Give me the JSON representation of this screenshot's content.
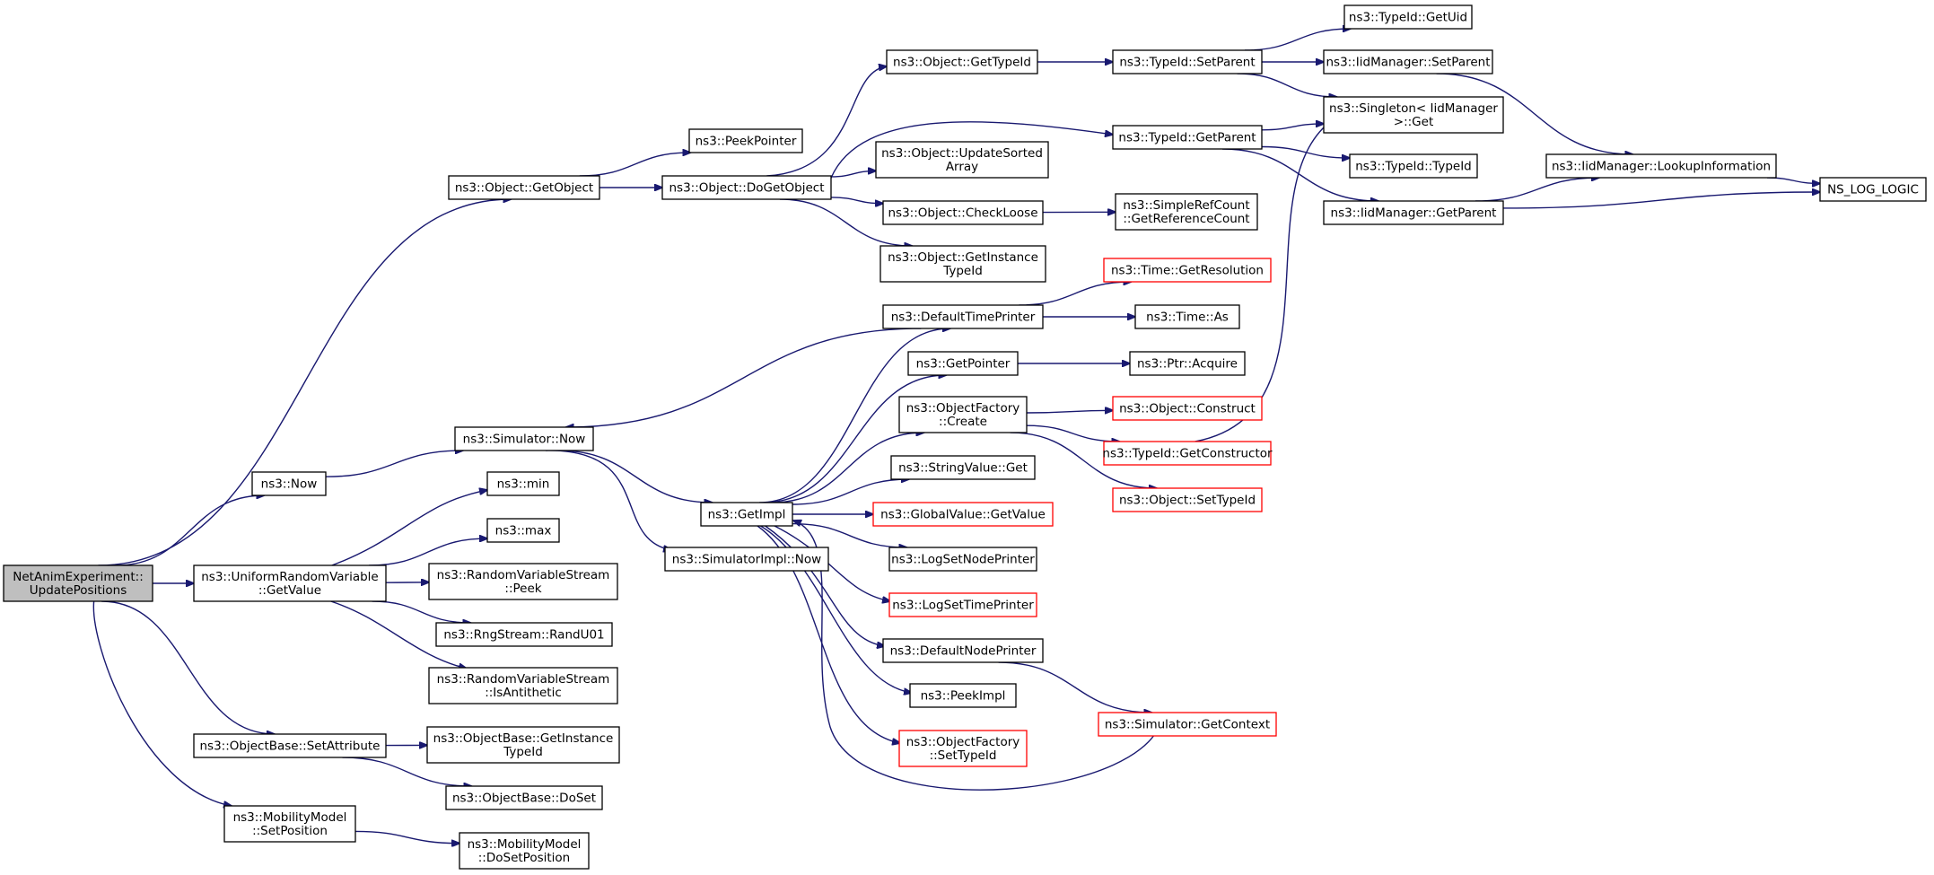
{
  "colors": {
    "edge": "#191970",
    "node_border": "#000000",
    "node_border_truncated": "#ff0000",
    "root_fill": "#bfbfbf",
    "node_fill": "#ffffff"
  },
  "graph": {
    "root": "root",
    "nodes": [
      {
        "id": "root",
        "lines": [
          "NetAnimExperiment::",
          "UpdatePositions"
        ],
        "style": "root"
      },
      {
        "id": "getobject",
        "lines": [
          "ns3::Object::GetObject"
        ],
        "style": "normal"
      },
      {
        "id": "now",
        "lines": [
          "ns3::Now"
        ],
        "style": "normal"
      },
      {
        "id": "urv_getvalue",
        "lines": [
          "ns3::UniformRandomVariable",
          "::GetValue"
        ],
        "style": "normal"
      },
      {
        "id": "setattribute",
        "lines": [
          "ns3::ObjectBase::SetAttribute"
        ],
        "style": "normal"
      },
      {
        "id": "mm_setposition",
        "lines": [
          "ns3::MobilityModel",
          "::SetPosition"
        ],
        "style": "normal"
      },
      {
        "id": "peekpointer",
        "lines": [
          "ns3::PeekPointer"
        ],
        "style": "normal"
      },
      {
        "id": "dogetobject",
        "lines": [
          "ns3::Object::DoGetObject"
        ],
        "style": "normal"
      },
      {
        "id": "sim_now",
        "lines": [
          "ns3::Simulator::Now"
        ],
        "style": "normal"
      },
      {
        "id": "min",
        "lines": [
          "ns3::min"
        ],
        "style": "normal"
      },
      {
        "id": "max",
        "lines": [
          "ns3::max"
        ],
        "style": "normal"
      },
      {
        "id": "rvs_peek",
        "lines": [
          "ns3::RandomVariableStream",
          "::Peek"
        ],
        "style": "normal"
      },
      {
        "id": "randu01",
        "lines": [
          "ns3::RngStream::RandU01"
        ],
        "style": "normal"
      },
      {
        "id": "isantithetic",
        "lines": [
          "ns3::RandomVariableStream",
          "::IsAntithetic"
        ],
        "style": "normal"
      },
      {
        "id": "ob_getinstancetypeid",
        "lines": [
          "ns3::ObjectBase::GetInstance",
          "TypeId"
        ],
        "style": "normal"
      },
      {
        "id": "doset",
        "lines": [
          "ns3::ObjectBase::DoSet"
        ],
        "style": "normal"
      },
      {
        "id": "dosetposition",
        "lines": [
          "ns3::MobilityModel",
          "::DoSetPosition"
        ],
        "style": "normal"
      },
      {
        "id": "obj_gettypeid",
        "lines": [
          "ns3::Object::GetTypeId"
        ],
        "style": "normal"
      },
      {
        "id": "updatesorted",
        "lines": [
          "ns3::Object::UpdateSorted",
          "Array"
        ],
        "style": "normal"
      },
      {
        "id": "checkloose",
        "lines": [
          "ns3::Object::CheckLoose"
        ],
        "style": "normal"
      },
      {
        "id": "obj_getinstancetypeid",
        "lines": [
          "ns3::Object::GetInstance",
          "TypeId"
        ],
        "style": "normal"
      },
      {
        "id": "getimpl",
        "lines": [
          "ns3::GetImpl"
        ],
        "style": "normal"
      },
      {
        "id": "simimpl_now",
        "lines": [
          "ns3::SimulatorImpl::Now"
        ],
        "style": "normal"
      },
      {
        "id": "defaulttimeprinter",
        "lines": [
          "ns3::DefaultTimePrinter"
        ],
        "style": "normal"
      },
      {
        "id": "getpointer",
        "lines": [
          "ns3::GetPointer"
        ],
        "style": "normal"
      },
      {
        "id": "of_create",
        "lines": [
          "ns3::ObjectFactory",
          "::Create"
        ],
        "style": "normal"
      },
      {
        "id": "stringvalue_get",
        "lines": [
          "ns3::StringValue::Get"
        ],
        "style": "normal"
      },
      {
        "id": "globalvalue_getvalue",
        "lines": [
          "ns3::GlobalValue::GetValue"
        ],
        "style": "truncated"
      },
      {
        "id": "logsetnodeprinter",
        "lines": [
          "ns3::LogSetNodePrinter"
        ],
        "style": "normal"
      },
      {
        "id": "logsettimeprinter",
        "lines": [
          "ns3::LogSetTimePrinter"
        ],
        "style": "truncated"
      },
      {
        "id": "defaultnodeprinter",
        "lines": [
          "ns3::DefaultNodePrinter"
        ],
        "style": "normal"
      },
      {
        "id": "peekimpl",
        "lines": [
          "ns3::PeekImpl"
        ],
        "style": "normal"
      },
      {
        "id": "of_settypeid",
        "lines": [
          "ns3::ObjectFactory",
          "::SetTypeId"
        ],
        "style": "truncated"
      },
      {
        "id": "typeid_setparent",
        "lines": [
          "ns3::TypeId::SetParent"
        ],
        "style": "normal"
      },
      {
        "id": "typeid_getparent",
        "lines": [
          "ns3::TypeId::GetParent"
        ],
        "style": "normal"
      },
      {
        "id": "getreferencecount",
        "lines": [
          "ns3::SimpleRefCount",
          "::GetReferenceCount"
        ],
        "style": "normal"
      },
      {
        "id": "time_getresolution",
        "lines": [
          "ns3::Time::GetResolution"
        ],
        "style": "truncated"
      },
      {
        "id": "time_as",
        "lines": [
          "ns3::Time::As"
        ],
        "style": "normal"
      },
      {
        "id": "ptr_acquire",
        "lines": [
          "ns3::Ptr::Acquire"
        ],
        "style": "normal"
      },
      {
        "id": "obj_construct",
        "lines": [
          "ns3::Object::Construct"
        ],
        "style": "truncated"
      },
      {
        "id": "typeid_getconstructor",
        "lines": [
          "ns3::TypeId::GetConstructor"
        ],
        "style": "truncated"
      },
      {
        "id": "obj_settypeid",
        "lines": [
          "ns3::Object::SetTypeId"
        ],
        "style": "truncated"
      },
      {
        "id": "sim_getcontext",
        "lines": [
          "ns3::Simulator::GetContext"
        ],
        "style": "truncated"
      },
      {
        "id": "typeid_getuid",
        "lines": [
          "ns3::TypeId::GetUid"
        ],
        "style": "normal"
      },
      {
        "id": "iid_setparent",
        "lines": [
          "ns3::IidManager::SetParent"
        ],
        "style": "normal"
      },
      {
        "id": "singleton_get",
        "lines": [
          "ns3::Singleton< IidManager",
          " >::Get"
        ],
        "style": "normal"
      },
      {
        "id": "typeid_typeid",
        "lines": [
          "ns3::TypeId::TypeId"
        ],
        "style": "normal"
      },
      {
        "id": "iid_getparent",
        "lines": [
          "ns3::IidManager::GetParent"
        ],
        "style": "normal"
      },
      {
        "id": "lookupinformation",
        "lines": [
          "ns3::IidManager::LookupInformation"
        ],
        "style": "normal"
      },
      {
        "id": "ns_log_logic",
        "lines": [
          "NS_LOG_LOGIC"
        ],
        "style": "normal"
      }
    ],
    "edges": [
      [
        "root",
        "getobject"
      ],
      [
        "root",
        "now"
      ],
      [
        "root",
        "urv_getvalue"
      ],
      [
        "root",
        "setattribute"
      ],
      [
        "root",
        "mm_setposition"
      ],
      [
        "getobject",
        "peekpointer"
      ],
      [
        "getobject",
        "dogetobject"
      ],
      [
        "dogetobject",
        "obj_gettypeid"
      ],
      [
        "dogetobject",
        "typeid_getparent"
      ],
      [
        "dogetobject",
        "updatesorted"
      ],
      [
        "dogetobject",
        "checkloose"
      ],
      [
        "dogetobject",
        "obj_getinstancetypeid"
      ],
      [
        "obj_gettypeid",
        "typeid_setparent"
      ],
      [
        "typeid_setparent",
        "typeid_getuid"
      ],
      [
        "typeid_setparent",
        "iid_setparent"
      ],
      [
        "typeid_setparent",
        "singleton_get"
      ],
      [
        "iid_setparent",
        "lookupinformation"
      ],
      [
        "typeid_getparent",
        "singleton_get"
      ],
      [
        "typeid_getparent",
        "typeid_typeid"
      ],
      [
        "typeid_getparent",
        "iid_getparent"
      ],
      [
        "iid_getparent",
        "lookupinformation"
      ],
      [
        "iid_getparent",
        "ns_log_logic"
      ],
      [
        "lookupinformation",
        "ns_log_logic"
      ],
      [
        "checkloose",
        "getreferencecount"
      ],
      [
        "now",
        "sim_now"
      ],
      [
        "sim_now",
        "getimpl"
      ],
      [
        "sim_now",
        "simimpl_now"
      ],
      [
        "defaulttimeprinter",
        "sim_now"
      ],
      [
        "defaulttimeprinter",
        "time_getresolution"
      ],
      [
        "defaulttimeprinter",
        "time_as"
      ],
      [
        "getimpl",
        "defaulttimeprinter"
      ],
      [
        "getimpl",
        "getpointer"
      ],
      [
        "getimpl",
        "of_create"
      ],
      [
        "getimpl",
        "stringvalue_get"
      ],
      [
        "getimpl",
        "globalvalue_getvalue"
      ],
      [
        "getimpl",
        "logsetnodeprinter"
      ],
      [
        "getimpl",
        "logsettimeprinter"
      ],
      [
        "getimpl",
        "defaultnodeprinter"
      ],
      [
        "getimpl",
        "peekimpl"
      ],
      [
        "getimpl",
        "of_settypeid"
      ],
      [
        "getpointer",
        "ptr_acquire"
      ],
      [
        "of_create",
        "obj_construct"
      ],
      [
        "of_create",
        "typeid_getconstructor"
      ],
      [
        "of_create",
        "obj_settypeid"
      ],
      [
        "typeid_getconstructor",
        "singleton_get"
      ],
      [
        "defaultnodeprinter",
        "sim_getcontext"
      ],
      [
        "sim_getcontext",
        "getimpl"
      ],
      [
        "urv_getvalue",
        "min"
      ],
      [
        "urv_getvalue",
        "max"
      ],
      [
        "urv_getvalue",
        "rvs_peek"
      ],
      [
        "urv_getvalue",
        "randu01"
      ],
      [
        "urv_getvalue",
        "isantithetic"
      ],
      [
        "setattribute",
        "ob_getinstancetypeid"
      ],
      [
        "setattribute",
        "doset"
      ],
      [
        "mm_setposition",
        "dosetposition"
      ]
    ]
  }
}
